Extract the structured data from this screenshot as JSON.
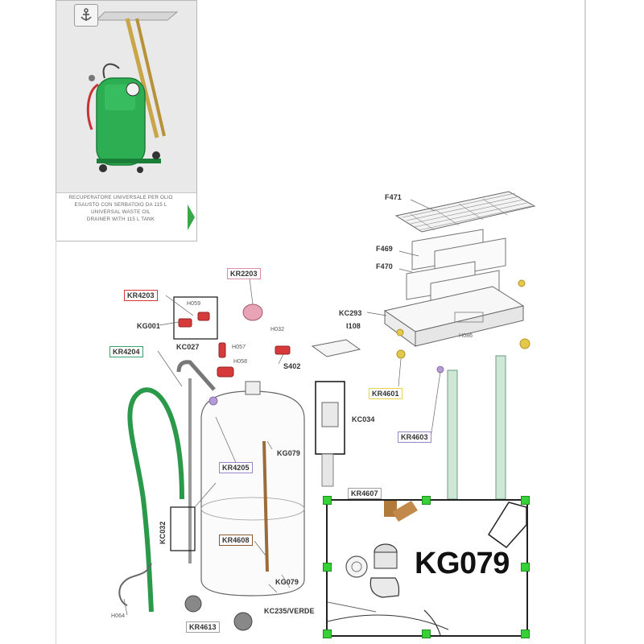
{
  "thumbnail": {
    "anchor_icon": "anchor-icon",
    "caption_it": [
      "RECUPERATORE UNIVERSALE PER OLIO",
      "ESAUSTO CON SERBATOIO DA 115 l"
    ],
    "caption_en": [
      "UNIVERSAL WASTE OIL",
      "DRAINER WITH 115 l TANK"
    ],
    "next_icon": "chevron-right-icon",
    "accent_color": "#3aa84a"
  },
  "labels": {
    "F471": "F471",
    "F469": "F469",
    "F470": "F470",
    "KC293": "KC293",
    "I108": "I108",
    "H086": "H086",
    "KR4601": "KR4601",
    "KR4603": "KR4603",
    "KR2203": "KR2203",
    "KR4203": "KR4203",
    "H059": "H059",
    "KG001": "KG001",
    "H032": "H032",
    "H057": "H057",
    "H058": "H058",
    "S402": "S402",
    "KC027": "KC027",
    "KR4204": "KR4204",
    "KC034": "KC034",
    "KG079_top": "KG079",
    "KR4205": "KR4205",
    "KR4607": "KR4607",
    "KC032": "KC032",
    "KR4608": "KR4608",
    "KG079_bottom": "KG079",
    "KC235": "KC235/VERDE",
    "H064": "H064",
    "KR4613": "KR4613"
  },
  "zoom": {
    "label": "KG079"
  },
  "colors": {
    "red": "#d9363b",
    "pink": "#e08aa4",
    "green": "#38a36a",
    "yellow": "#e6d44a",
    "purple": "#9a86c2",
    "brown": "#8a5a2e",
    "handle": "#36d136"
  }
}
